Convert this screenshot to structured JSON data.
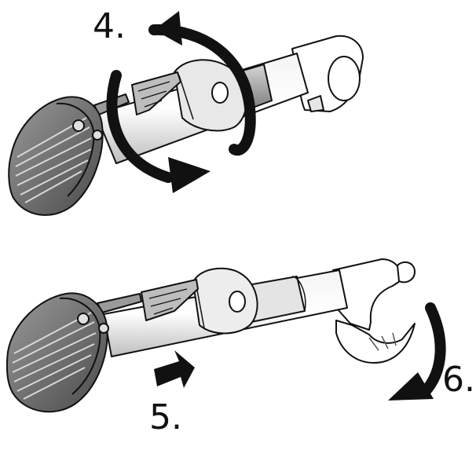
{
  "steps": [
    {
      "label": "4.",
      "action": "rotate-arm"
    },
    {
      "label": "5.",
      "action": "push-arm-in"
    },
    {
      "label": "6.",
      "action": "rotate-clamp-down"
    }
  ],
  "colors": {
    "outline": "#111111",
    "part_fill": "#ffffff",
    "shade_light": "#dcdcdc",
    "shade_mid": "#b5b5b5",
    "shade_dark": "#8a8a8a",
    "knob_dark": "#5a5a5a",
    "arrow": "#111111"
  }
}
